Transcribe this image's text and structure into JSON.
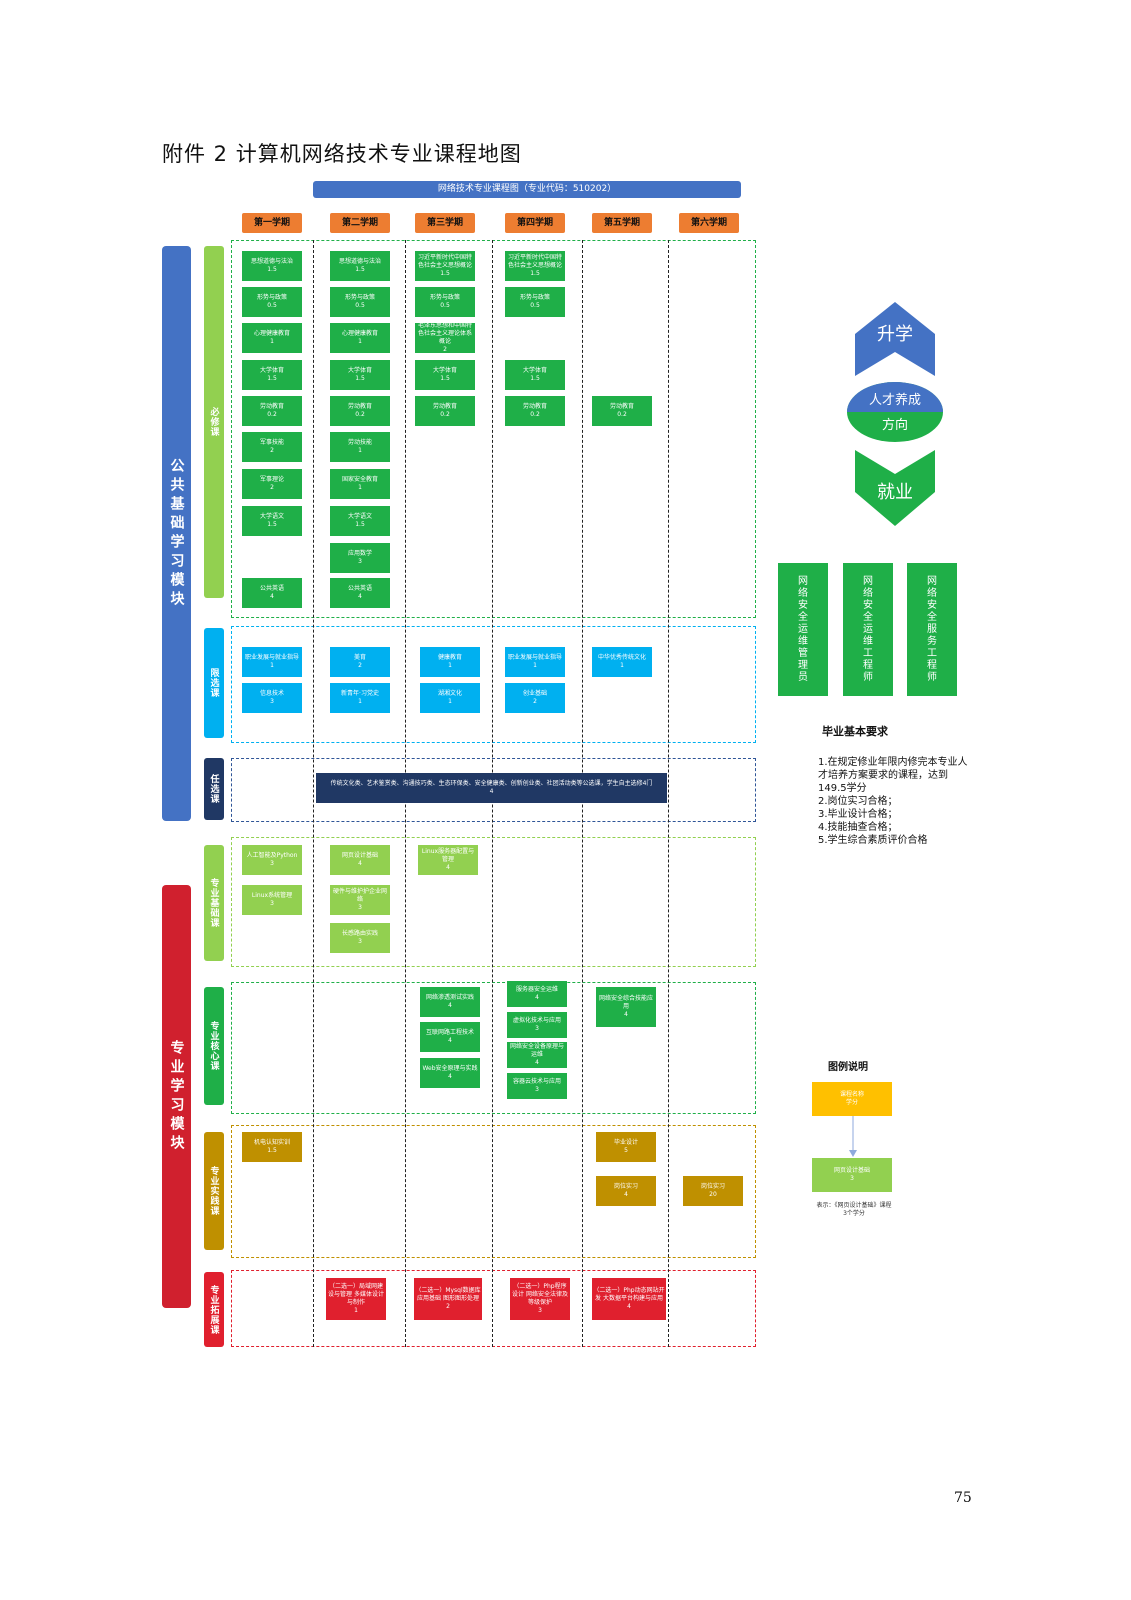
{
  "page": {
    "title": "附件 2   计算机网络技术专业课程地图",
    "banner": "网络技术专业课程图（专业代码：510202）",
    "page_number": "75"
  },
  "semesters": [
    "第一学期",
    "第二学期",
    "第三学期",
    "第四学期",
    "第五学期",
    "第六学期"
  ],
  "modules": {
    "public": "公共基础学习模块",
    "professional": "专业学习模块"
  },
  "categories": {
    "required": "必修课",
    "limited": "限选课",
    "elective": "任选课",
    "basic": "专业基础课",
    "core": "专业核心课",
    "practice": "专业实践课",
    "extension": "专业拓展课"
  },
  "colors": {
    "green": "#1faf48",
    "lightgreen": "#92d050",
    "blue": "#00b0f0",
    "darkblue": "#203864",
    "gold": "#bf9000",
    "red": "#e0202e",
    "orange": "#ed7d31",
    "module_blue": "#4472c4",
    "module_red": "#d0202e",
    "yellow": "#ffc000"
  },
  "courses": {
    "required": [
      {
        "name": "思想道德与法治",
        "credit": "1.5"
      },
      {
        "name": "形势与政策",
        "credit": "0.5"
      },
      {
        "name": "心理健康教育",
        "credit": "1"
      },
      {
        "name": "大学体育",
        "credit": "1.5"
      },
      {
        "name": "劳动教育",
        "credit": "0.2"
      },
      {
        "name": "军事技能",
        "credit": "2"
      },
      {
        "name": "军事理论",
        "credit": "2"
      },
      {
        "name": "大学语文",
        "credit": "1.5"
      },
      {
        "name": "公共英语",
        "credit": "4"
      },
      {
        "name": "思想道德与法治",
        "credit": "1.5"
      },
      {
        "name": "形势与政策",
        "credit": "0.5"
      },
      {
        "name": "心理健康教育",
        "credit": "1"
      },
      {
        "name": "大学体育",
        "credit": "1.5"
      },
      {
        "name": "劳动教育",
        "credit": "0.2"
      },
      {
        "name": "劳动技能",
        "credit": "1"
      },
      {
        "name": "国家安全教育",
        "credit": "1"
      },
      {
        "name": "大学语文",
        "credit": "1.5"
      },
      {
        "name": "应用数学",
        "credit": "3"
      },
      {
        "name": "公共英语",
        "credit": "4"
      },
      {
        "name": "习近平新时代中国特色社会主义思想概论",
        "credit": "1.5"
      },
      {
        "name": "形势与政策",
        "credit": "0.5"
      },
      {
        "name": "毛泽东思想和中国特色社会主义理论体系概论",
        "credit": "2"
      },
      {
        "name": "大学体育",
        "credit": "1.5"
      },
      {
        "name": "劳动教育",
        "credit": "0.2"
      },
      {
        "name": "习近平新时代中国特色社会主义思想概论",
        "credit": "1.5"
      },
      {
        "name": "形势与政策",
        "credit": "0.5"
      },
      {
        "name": "大学体育",
        "credit": "1.5"
      },
      {
        "name": "劳动教育",
        "credit": "0.2"
      },
      {
        "name": "劳动教育",
        "credit": "0.2"
      }
    ],
    "limited": [
      {
        "name": "职业发展与就业指导",
        "credit": "1"
      },
      {
        "name": "信息技术",
        "credit": "3"
      },
      {
        "name": "美育",
        "credit": "2"
      },
      {
        "name": "新青年·习党史",
        "credit": "1"
      },
      {
        "name": "健康教育",
        "credit": "1"
      },
      {
        "name": "湖湘文化",
        "credit": "1"
      },
      {
        "name": "职业发展与就业指导",
        "credit": "1"
      },
      {
        "name": "创业基础",
        "credit": "2"
      },
      {
        "name": "中华优秀传统文化",
        "credit": "1"
      }
    ],
    "elective": {
      "name": "传统文化类、艺术鉴赏类、沟通技巧类、生态环保类、安全健康类、创新创业类、社团活动类等公选课，学生自主选修4门",
      "credit": "4"
    },
    "basic": [
      {
        "name": "人工智能及Python",
        "credit": "3"
      },
      {
        "name": "Linux系统管理",
        "credit": "3"
      },
      {
        "name": "网页设计基础",
        "credit": "4"
      },
      {
        "name": "硬件与维护护企业网络",
        "credit": "3"
      },
      {
        "name": "长感路由实践",
        "credit": "3"
      },
      {
        "name": "Linux服务器配置与管理",
        "credit": "4"
      }
    ],
    "core": [
      {
        "name": "网络渗透测试实践",
        "credit": "4"
      },
      {
        "name": "互联网路工程技术",
        "credit": "4"
      },
      {
        "name": "Web安全原理与实践4",
        "credit": ""
      },
      {
        "name": "服务器安全运维",
        "credit": "4"
      },
      {
        "name": "虚拟化技术与应用",
        "credit": "3"
      },
      {
        "name": "网络安全设备原理与运维",
        "credit": "4"
      },
      {
        "name": "容器云技术与应用",
        "credit": "3"
      },
      {
        "name": "网络安全综合技能应用",
        "credit": "4"
      }
    ],
    "practice": [
      {
        "name": "机电认知实训",
        "credit": "1.5"
      },
      {
        "name": "毕业设计",
        "credit": "5"
      },
      {
        "name": "岗位实习",
        "credit": "4"
      },
      {
        "name": "岗位实习",
        "credit": "20"
      }
    ],
    "extension": [
      {
        "name": "（二选一）局域网建设与管理 多媒体设计与制作",
        "credit": "1"
      },
      {
        "name": "（二选一）Mysql数据库应用基础 图形图形处理",
        "credit": "2"
      },
      {
        "name": "（二选一）Php程序设计 网络安全法律及等级保护",
        "credit": "3"
      },
      {
        "name": "（二选一）Php动态网站开发 大数据平台构建与应用",
        "credit": "4"
      }
    ]
  },
  "direction": {
    "up": "升学",
    "center_top": "人才养成",
    "center_bottom": "方向",
    "down": "就业"
  },
  "jobs": [
    "网络安全运维管理员",
    "网络安全运维工程师",
    "网络安全服务工程师"
  ],
  "graduation": {
    "title": "毕业基本要求",
    "items": [
      "1.在规定修业年限内修完本专业人才培养方案要求的课程，达到149.5学分",
      "2.岗位实习合格；",
      "3.毕业设计合格；",
      "4.技能抽查合格；",
      "5.学生综合素质评价合格"
    ]
  },
  "legend": {
    "title": "图例说明",
    "box1_name": "课程名称",
    "box1_credit": "学分",
    "box2_name": "网页设计基础",
    "box2_credit": "3",
    "note_line1": "表示：《网页设计基础》课程",
    "note_line2": "3个学分"
  }
}
